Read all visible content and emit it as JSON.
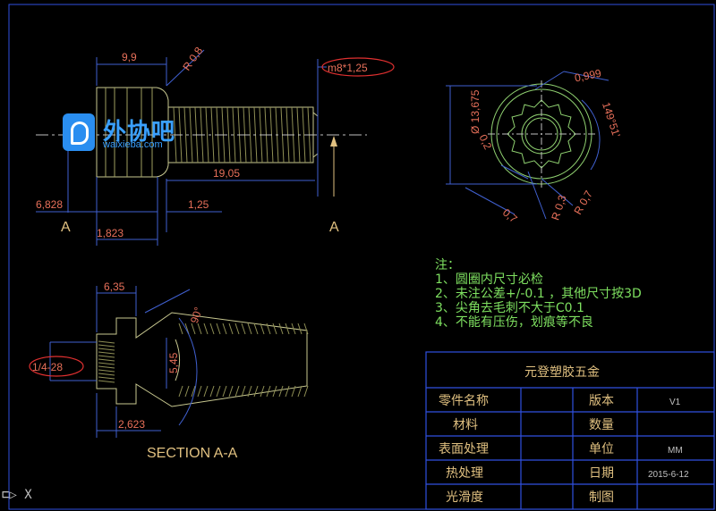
{
  "dimensions_top": {
    "d_9_9": "9,9",
    "r_0_8": "R 0,8",
    "thread_callout": "m8*1,25",
    "d_6_828": "6,828",
    "d_19_05": "19,05",
    "d_1_25": "1,25",
    "d_1_823": "1,823",
    "section_a_left": "A",
    "section_a_right": "A"
  },
  "dimensions_end": {
    "d_0_999": "0,999",
    "d_13_675": "Ø 13,675",
    "angle_149": "149°51'",
    "d_0_2": "0,2",
    "d_0_7a": "0,7",
    "r_0_3": "R 0,3",
    "r_0_7": "R 0,7"
  },
  "dimensions_section": {
    "d_6_35": "6,35",
    "angle_90": "90°",
    "thread_callout": "1/4-28",
    "d_5_45": "5,45",
    "d_2_623": "2,623",
    "section_title": "SECTION  A-A"
  },
  "notes": {
    "title": "注：",
    "lines": [
      "1、圆圈内尺寸必检",
      "2、未注公差+/-0.1 ，其他尺寸按3D",
      "3、尖角去毛刺不大于C0.1",
      "4、不能有压伤，划痕等不良"
    ]
  },
  "title_block": {
    "company": "元登塑胶五金",
    "rows": [
      {
        "label": "零件名称",
        "value": "",
        "label2": "版本",
        "value2": "V1"
      },
      {
        "label": "材料",
        "value": "",
        "label2": "数量",
        "value2": ""
      },
      {
        "label": "表面处理",
        "value": "",
        "label2": "单位",
        "value2": "MM"
      },
      {
        "label": "热处理",
        "value": "",
        "label2": "日期",
        "value2": "2015-6-12"
      },
      {
        "label": "光滑度",
        "value": "",
        "label2": "制图",
        "value2": ""
      }
    ]
  },
  "watermark": {
    "brand": "外协吧",
    "site": "waixieba.com"
  },
  "ucs": {
    "label": "X"
  },
  "colors": {
    "background": "#000000",
    "part_outline": "#c8c890",
    "thread": "#a0a060",
    "dimension": "#4060d0",
    "dim_text": "#e8705a",
    "notes": "#7ee060",
    "title_block_lines": "#3050e0",
    "centerline": "#c0c0c0"
  }
}
